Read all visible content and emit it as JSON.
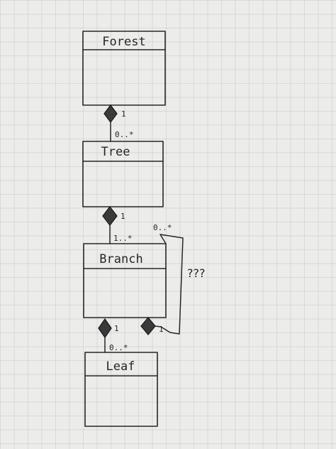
{
  "classes": {
    "forest": "Forest",
    "tree": "Tree",
    "branch": "Branch",
    "leaf": "Leaf"
  },
  "multiplicities": {
    "forest_tree_whole": "1",
    "forest_tree_part": "0..*",
    "tree_branch_whole": "1",
    "tree_branch_part": "1..*",
    "branch_leaf_whole": "1",
    "branch_leaf_part": "0..*",
    "branch_self_whole": "1",
    "branch_self_part": "0..*"
  },
  "note": "???"
}
